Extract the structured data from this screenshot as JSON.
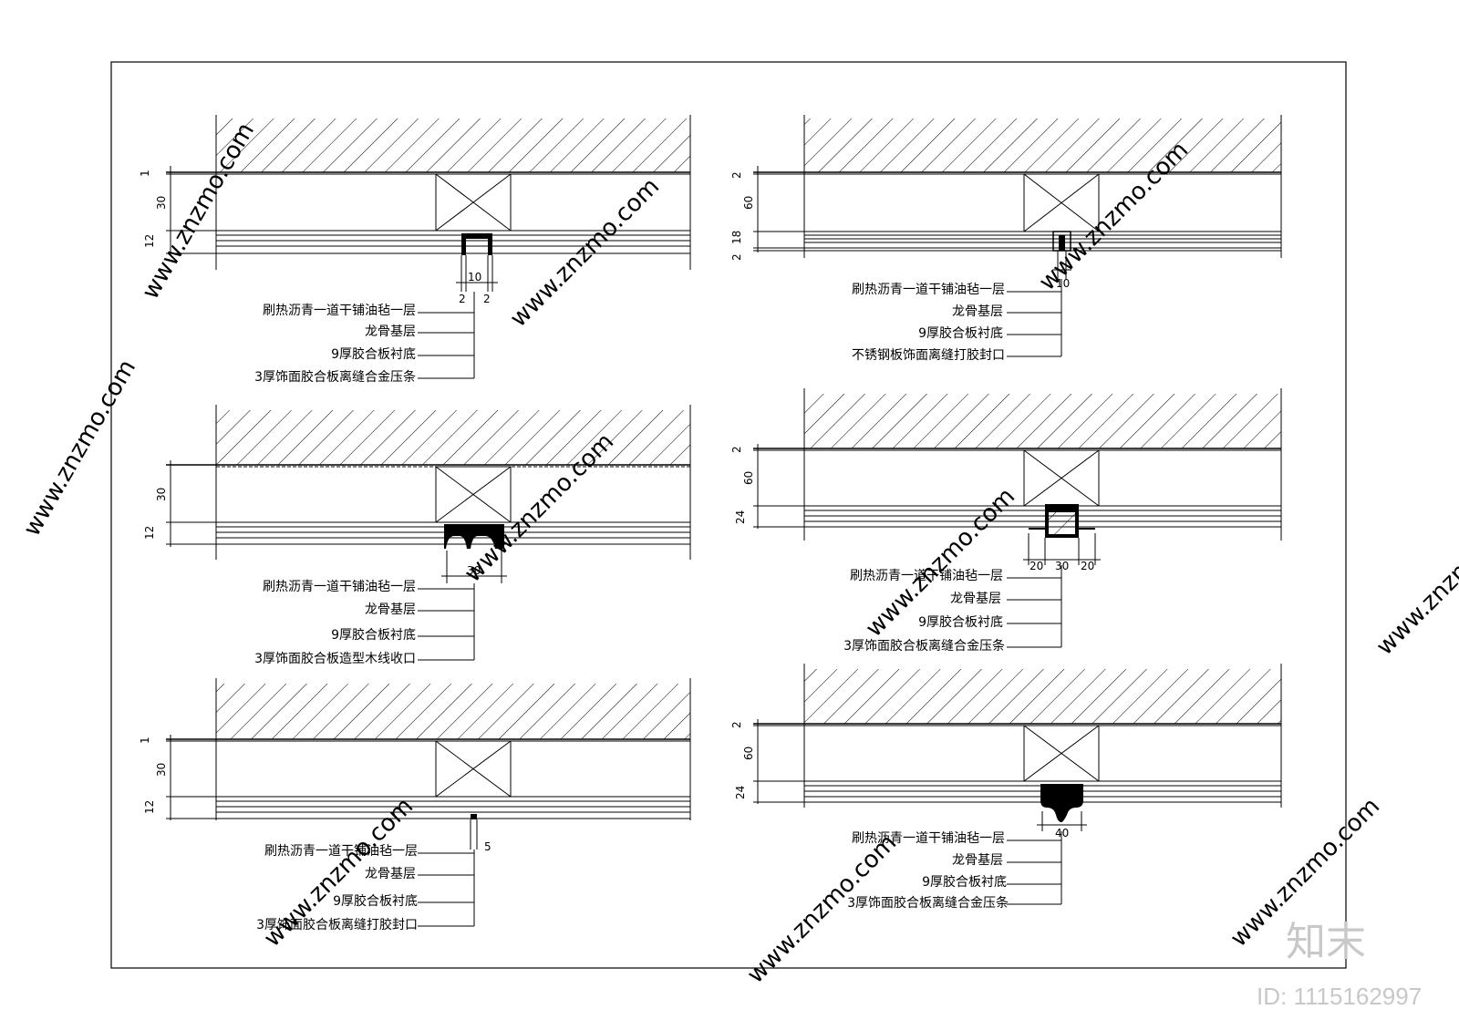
{
  "details": [
    {
      "id": "detail-1",
      "dims_left": [
        "1",
        "30",
        "12"
      ],
      "dims_bottom": [
        "10",
        "2",
        "2"
      ],
      "labels": [
        "刷热沥青一道干铺油毡一层",
        "龙骨基层",
        "9厚胶合板衬底",
        "3厚饰面胶合板离缝合金压条"
      ]
    },
    {
      "id": "detail-2",
      "dims_left": [
        "30",
        "12"
      ],
      "dims_bottom": [
        "30"
      ],
      "labels": [
        "刷热沥青一道干铺油毡一层",
        "龙骨基层",
        "9厚胶合板衬底",
        "3厚饰面胶合板造型木线收口"
      ]
    },
    {
      "id": "detail-3",
      "dims_left": [
        "1",
        "30",
        "12"
      ],
      "dims_bottom": [
        "5"
      ],
      "labels": [
        "刷热沥青一道干铺油毡一层",
        "龙骨基层",
        "9厚胶合板衬底",
        "3厚饰面胶合板离缝打胶封口"
      ]
    },
    {
      "id": "detail-4",
      "dims_left": [
        "2",
        "60",
        "2",
        "18"
      ],
      "dims_bottom": [
        "10"
      ],
      "labels": [
        "刷热沥青一道干铺油毡一层",
        "龙骨基层",
        "9厚胶合板衬底",
        "不锈钢板饰面离缝打胶封口"
      ]
    },
    {
      "id": "detail-5",
      "dims_left": [
        "2",
        "60",
        "24"
      ],
      "dims_bottom": [
        "20",
        "30",
        "20"
      ],
      "labels": [
        "刷热沥青一道干铺油毡一层",
        "龙骨基层",
        "9厚胶合板衬底",
        "3厚饰面胶合板离缝合金压条"
      ]
    },
    {
      "id": "detail-6",
      "dims_left": [
        "2",
        "60",
        "24"
      ],
      "dims_bottom": [
        "40"
      ],
      "labels": [
        "刷热沥青一道干铺油毡一层",
        "龙骨基层",
        "9厚胶合板衬底",
        "3厚饰面胶合板离缝合金压条"
      ]
    }
  ],
  "watermark": {
    "brand": "知末",
    "id_text": "ID: 1115162997",
    "site": "www.znzmo.com"
  }
}
